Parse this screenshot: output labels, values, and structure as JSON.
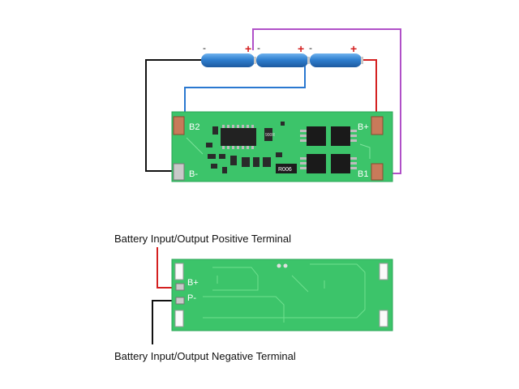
{
  "batteries": {
    "cell1": {
      "neg": "-",
      "pos": "+"
    },
    "cell2": {
      "neg": "-",
      "pos": "+"
    },
    "cell3": {
      "neg": "-",
      "pos": "+"
    }
  },
  "top_board": {
    "b2": "B2",
    "bplus": "B+",
    "bminus": "B-",
    "b1": "B1",
    "resistor_code": "R006",
    "chip_code": "900R"
  },
  "bottom_board": {
    "bplus": "B+",
    "pminus": "P-"
  },
  "captions": {
    "positive": "Battery Input/Output Positive Terminal",
    "negative": "Battery Input/Output Negative Terminal"
  },
  "colors": {
    "board": "#3cc46a",
    "battery": "#2f7fd0",
    "wire_red": "#d42020",
    "wire_blue": "#2a78d0",
    "wire_purple": "#b050c8",
    "wire_black": "#111111",
    "sign_red": "#d42020"
  }
}
